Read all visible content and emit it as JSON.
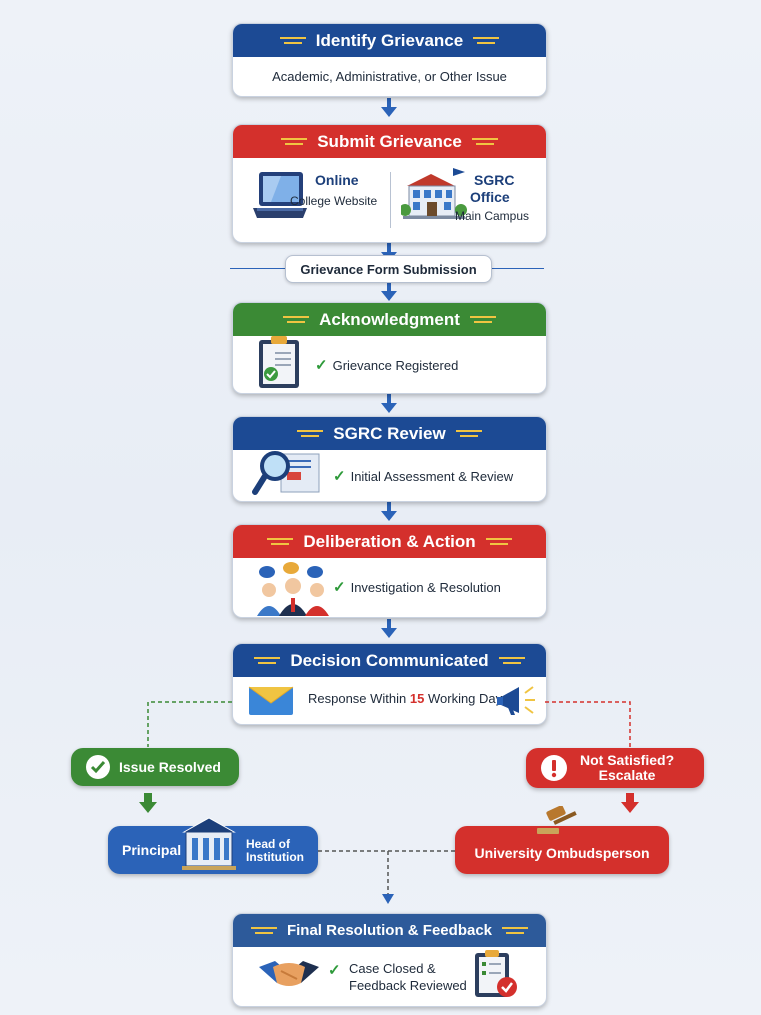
{
  "steps": {
    "identify": {
      "title": "Identify Grievance",
      "text": "Academic, Administrative, or Other Issue"
    },
    "submit": {
      "title": "Submit Grievance",
      "online_title": "Online",
      "online_sub": "College Website",
      "office_title_1": "SGRC",
      "office_title_2": "Office",
      "office_sub": "Main Campus"
    },
    "form": {
      "label": "Grievance Form Submission"
    },
    "ack": {
      "title": "Acknowledgment",
      "text": "Grievance Registered"
    },
    "review": {
      "title": "SGRC Review",
      "text": "Initial Assessment & Review"
    },
    "deliberation": {
      "title": "Deliberation & Action",
      "text": "Investigation & Resolution"
    },
    "decision": {
      "title": "Decision Communicated",
      "text_pre": "Response Within ",
      "text_num": "15",
      "text_post": " Working Days"
    },
    "final": {
      "title": "Final Resolution & Feedback",
      "text_1": "Case Closed &",
      "text_2": "Feedback Reviewed"
    }
  },
  "branches": {
    "resolved": {
      "label": "Issue Resolved"
    },
    "escalate": {
      "label_1": "Not Satisfied?",
      "label_2": "Escalate"
    },
    "principal": {
      "label": "Principal",
      "sub_1": "Head of",
      "sub_2": "Institution"
    },
    "ombudsperson": {
      "label": "University Ombudsperson"
    }
  },
  "colors": {
    "blue": "#1c4a94",
    "red": "#d4302c",
    "green": "#3b8a35",
    "accent_number": "#d4302c"
  }
}
